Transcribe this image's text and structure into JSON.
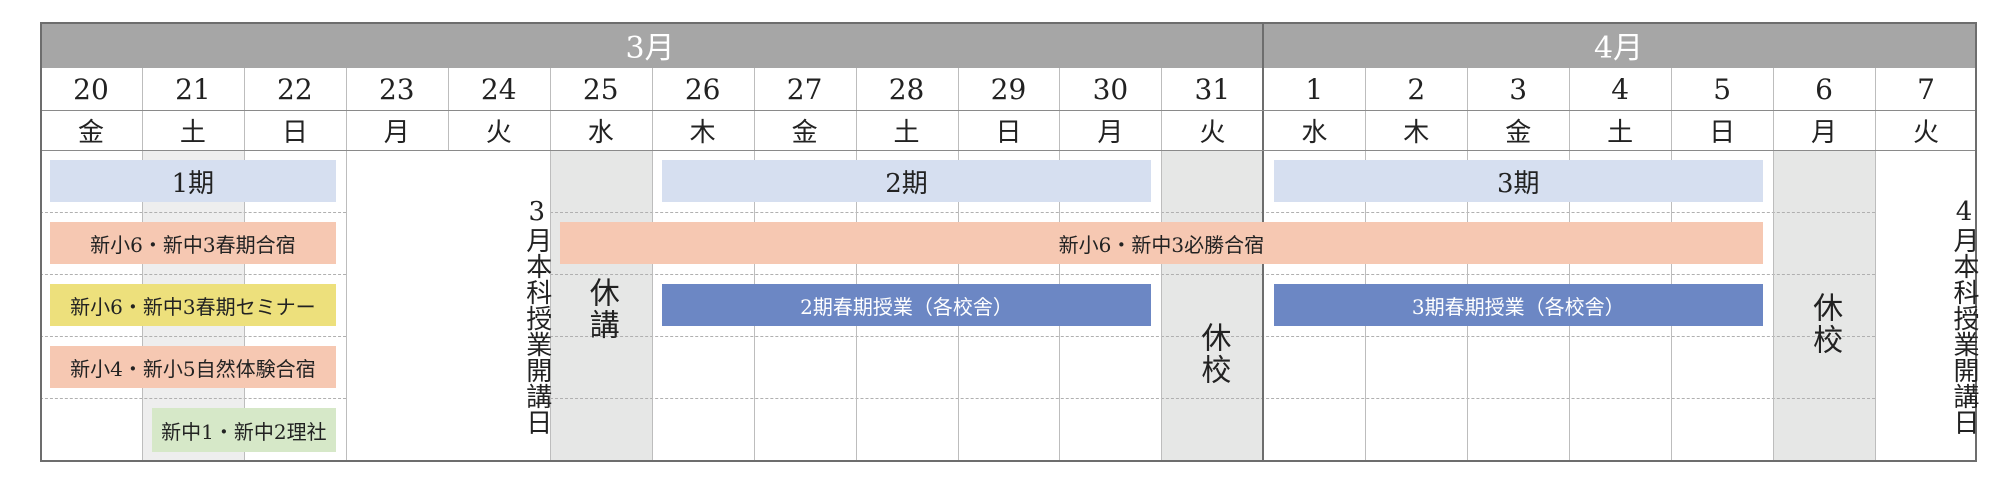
{
  "months": [
    "3月",
    "4月"
  ],
  "days": [
    {
      "num": "20",
      "wd": "金"
    },
    {
      "num": "21",
      "wd": "土"
    },
    {
      "num": "22",
      "wd": "日"
    },
    {
      "num": "23",
      "wd": "月"
    },
    {
      "num": "24",
      "wd": "火"
    },
    {
      "num": "25",
      "wd": "水"
    },
    {
      "num": "26",
      "wd": "木"
    },
    {
      "num": "27",
      "wd": "金"
    },
    {
      "num": "28",
      "wd": "土"
    },
    {
      "num": "29",
      "wd": "日"
    },
    {
      "num": "30",
      "wd": "月"
    },
    {
      "num": "31",
      "wd": "火"
    },
    {
      "num": "1",
      "wd": "水"
    },
    {
      "num": "2",
      "wd": "木"
    },
    {
      "num": "3",
      "wd": "金"
    },
    {
      "num": "4",
      "wd": "土"
    },
    {
      "num": "5",
      "wd": "日"
    },
    {
      "num": "6",
      "wd": "月"
    },
    {
      "num": "7",
      "wd": "火"
    }
  ],
  "events": [
    {
      "label": "1期",
      "color": "#d6dff0",
      "text_color": "#222222"
    },
    {
      "label": "2期",
      "color": "#d6dff0",
      "text_color": "#222222"
    },
    {
      "label": "3期",
      "color": "#d6dff0",
      "text_color": "#222222"
    },
    {
      "label": "新小6・新中3春期合宿",
      "color": "#f6c8b2",
      "text_color": "#222222"
    },
    {
      "label": "新小6・新中3必勝合宿",
      "color": "#f6c8b2",
      "text_color": "#222222"
    },
    {
      "label": "新小6・新中3春期セミナー",
      "color": "#ede07c",
      "text_color": "#222222"
    },
    {
      "label": "2期春期授業（各校舎）",
      "color": "#6c87c4",
      "text_color": "#ffffff"
    },
    {
      "label": "3期春期授業（各校舎）",
      "color": "#6c87c4",
      "text_color": "#ffffff"
    },
    {
      "label": "新小4・新小5自然体験合宿",
      "color": "#f6c8b2",
      "text_color": "#222222"
    },
    {
      "label": "新中1・新中2理社",
      "color": "#d6e8c8",
      "text_color": "#222222"
    }
  ],
  "notes": {
    "march_opening": "3月本科授業開講日",
    "april_opening": "4月本科授業開講日",
    "no_class_25": "休講",
    "closed_31": "休校",
    "closed_6": "休校"
  },
  "colors": {
    "month_header": "#a6a6a6",
    "shade": "#e6e7e6"
  }
}
